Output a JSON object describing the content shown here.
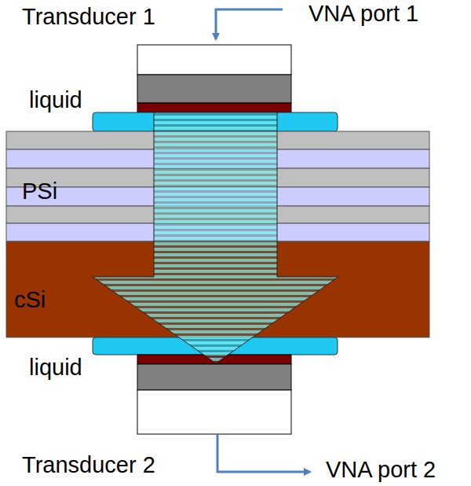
{
  "diagram": {
    "labels": [
      "Transducer 1",
      "VNA port 1",
      "liquid",
      "PSi",
      "cSi",
      "liquid",
      "Transducer 2",
      "VNA port 2"
    ]
  }
}
